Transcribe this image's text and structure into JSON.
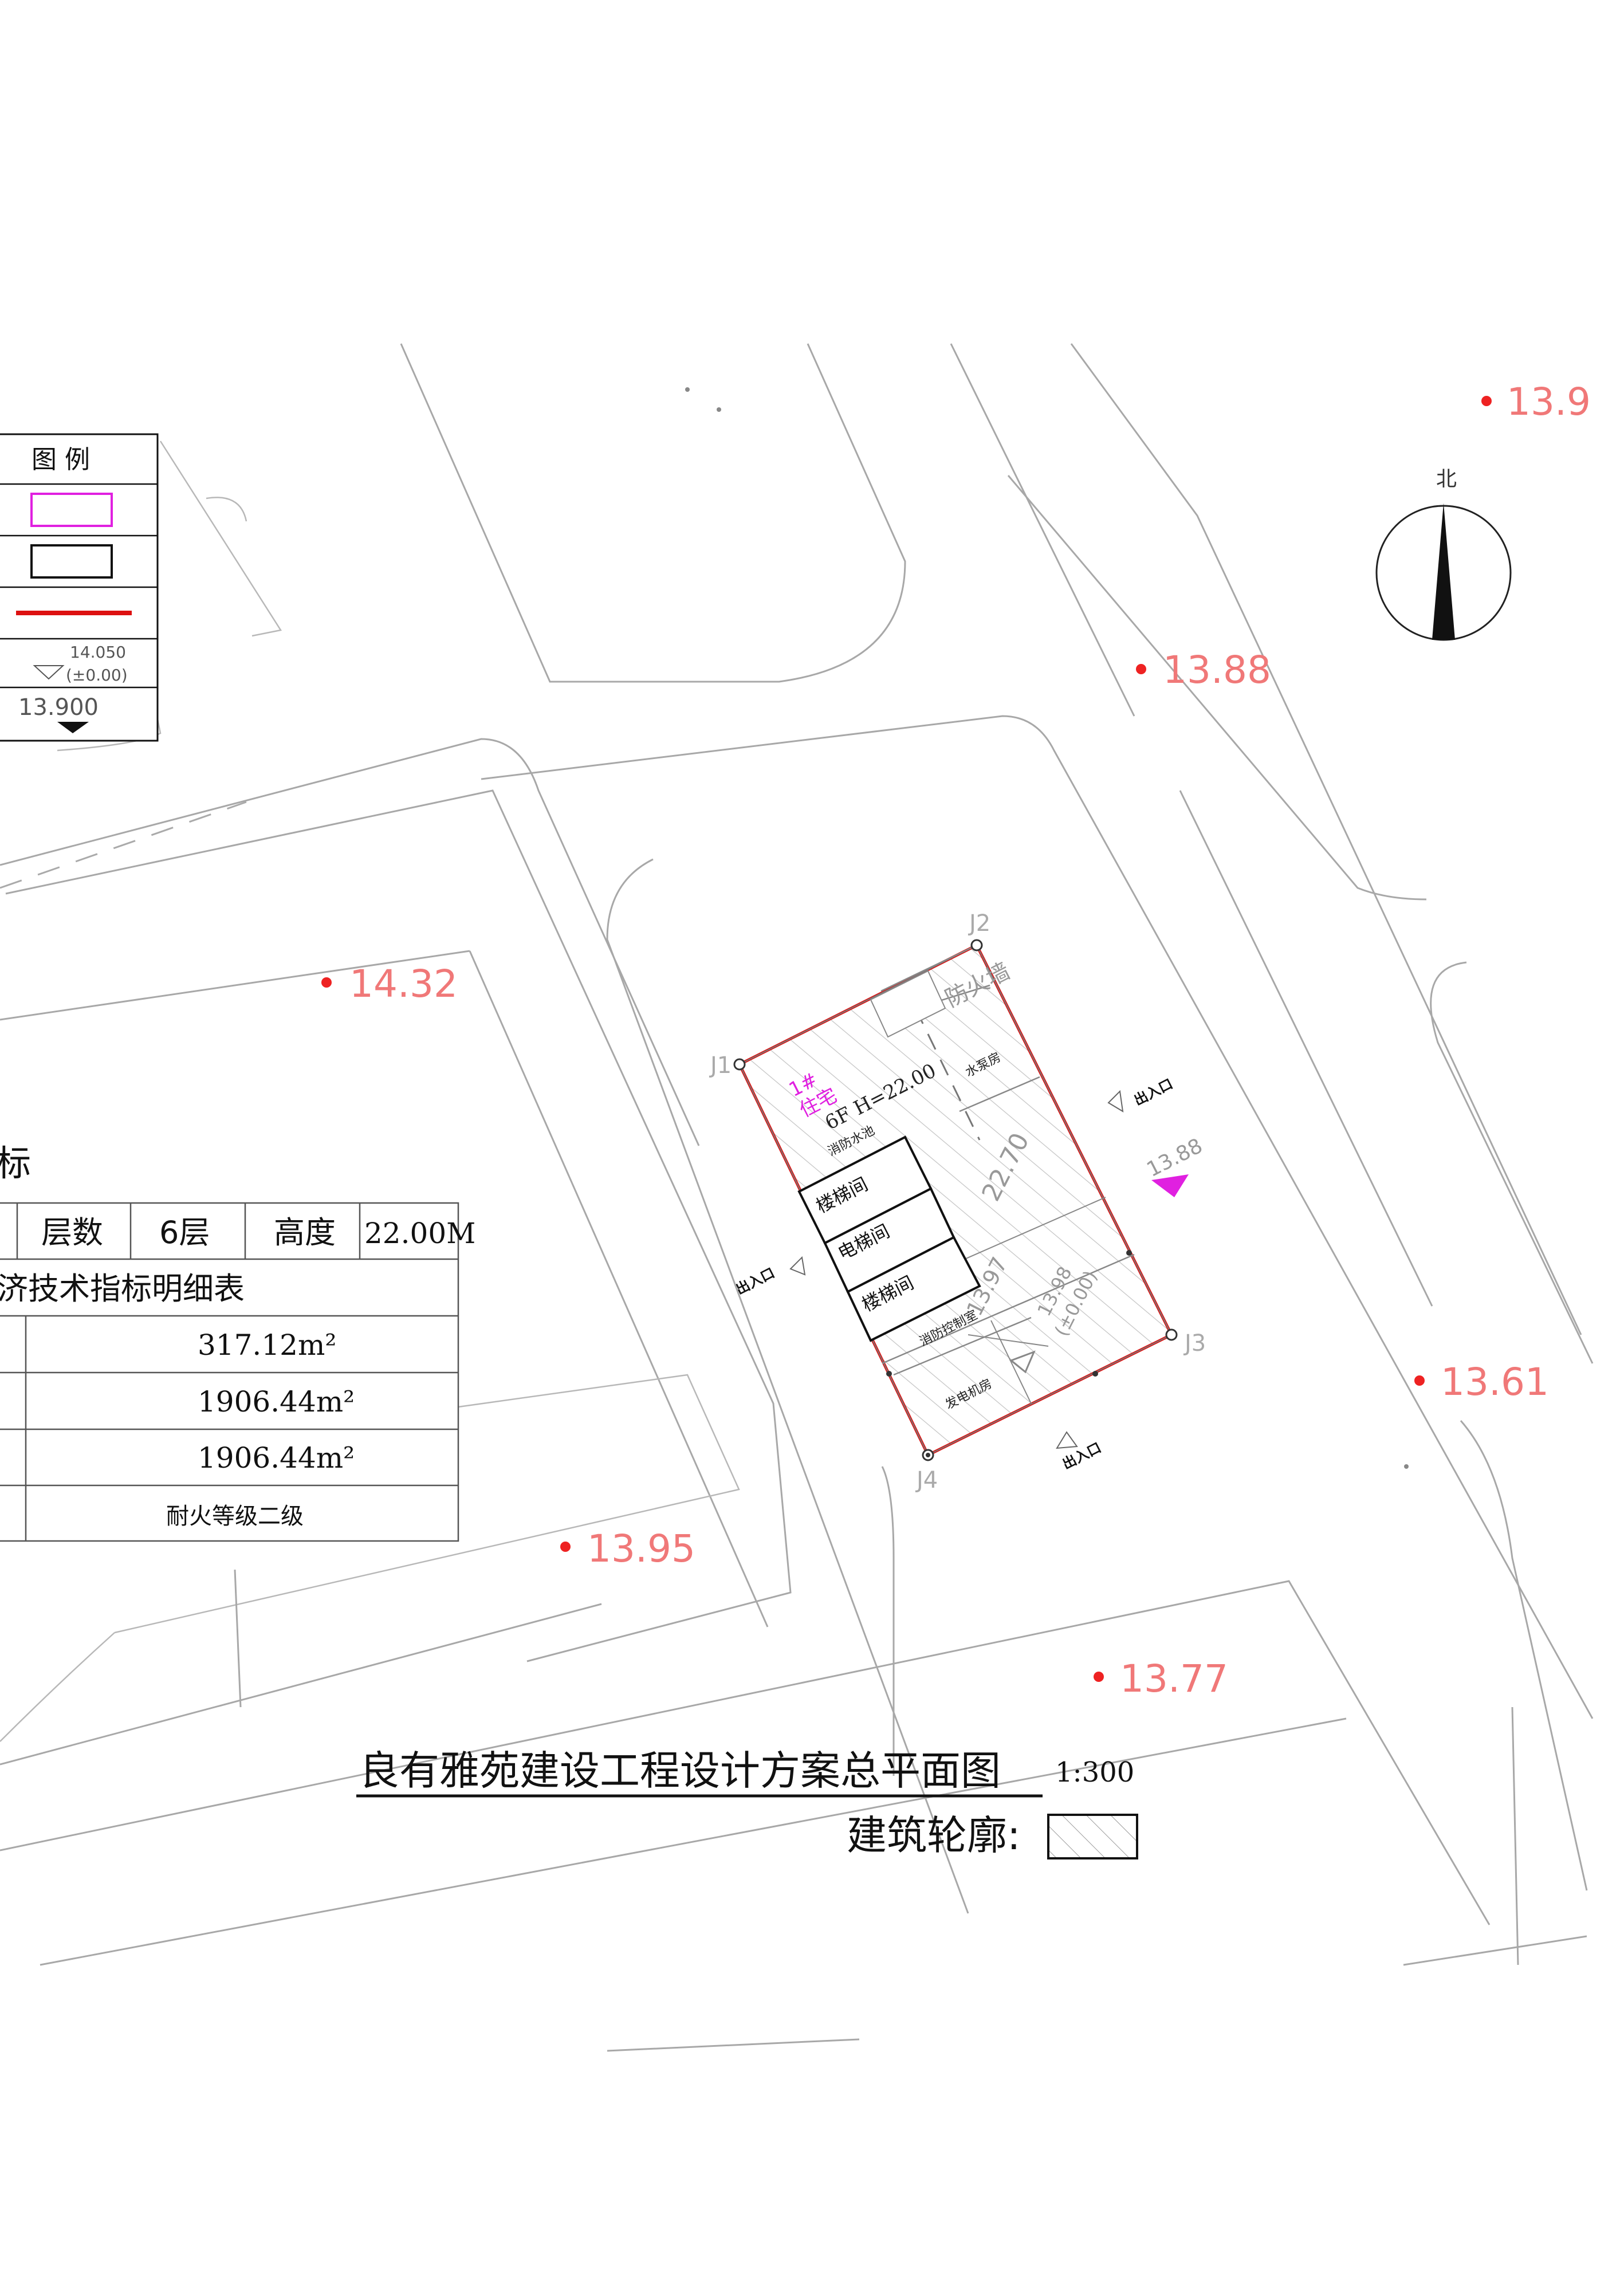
{
  "elevations": {
    "e1": "13.9",
    "e2": "13.88",
    "e3": "14.32",
    "e4": "13.61",
    "e5": "13.95",
    "e6": "13.77"
  },
  "north": {
    "label": "北"
  },
  "site": {
    "corners": [
      "J1",
      "J2",
      "J3",
      "J4"
    ],
    "building_no": "1#",
    "building_use": "住宅",
    "floors_height": "6F H=22.00",
    "firewall": "防火墙",
    "rooms": {
      "fire_pool": "消防水池",
      "pump": "水泵房",
      "stair1": "楼梯间",
      "elevator": "电梯间",
      "stair2": "楼梯间",
      "control": "消防控制室",
      "generator": "发电机房"
    },
    "dimension": "22.70",
    "elev_local": "13.97",
    "level_value": "13.98",
    "level_zero": "(±0.00)",
    "outdoor_level": "13.88",
    "entrance": "出入口"
  },
  "legend": {
    "title": "图 例",
    "level_value": "14.050",
    "level_zero": "(±0.00)",
    "outdoor_level": "13.900"
  },
  "table": {
    "heading": "标",
    "row1": {
      "floors_label": "层数",
      "floors_value": "6层",
      "height_label": "高度",
      "height_value": "22.00M"
    },
    "subtitle": "济技术指标明细表",
    "rows": [
      "317.12m²",
      "1906.44m²",
      "1906.44m²",
      "耐火等级二级"
    ]
  },
  "title": {
    "main": "良有雅苑建设工程设计方案总平面图",
    "scale": "1:300",
    "outline_label": "建筑轮廓:"
  }
}
